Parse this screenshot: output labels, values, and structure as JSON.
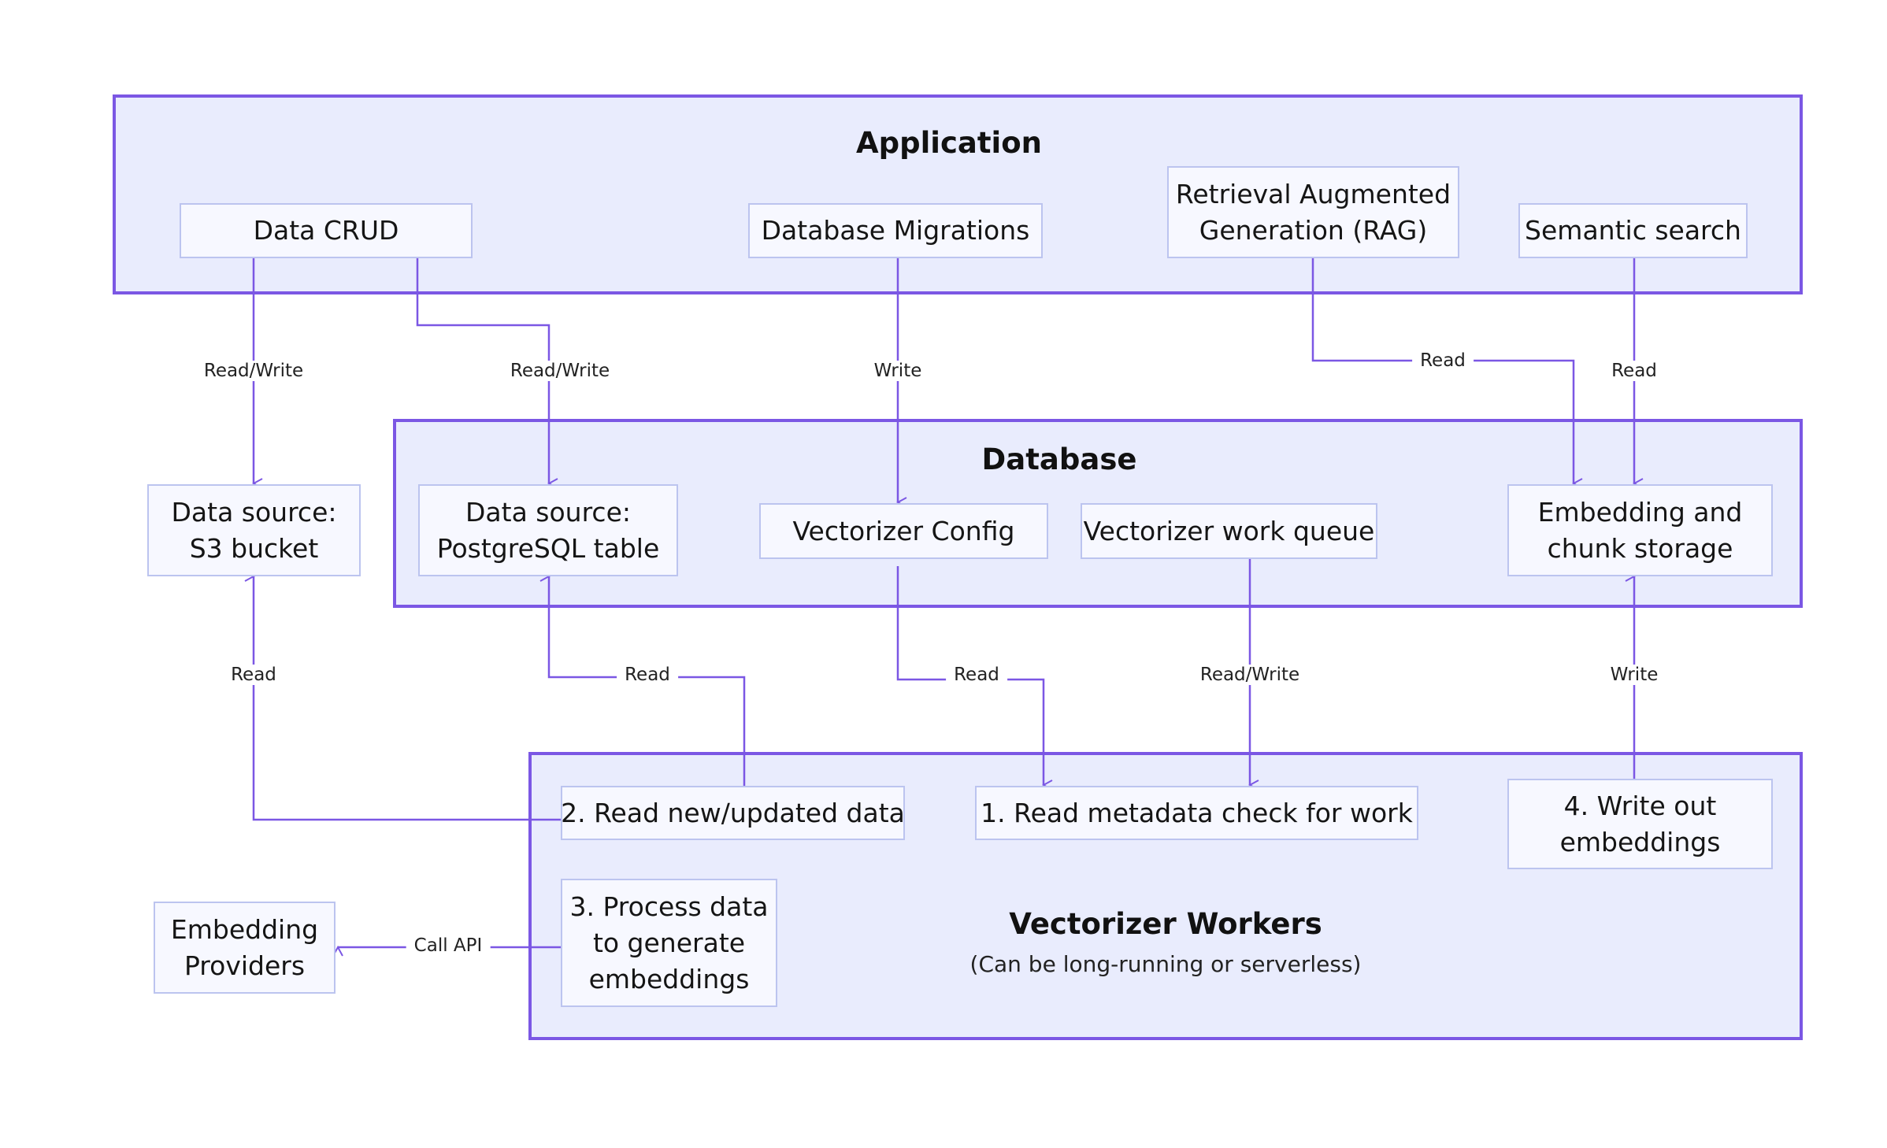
{
  "groups": {
    "application": {
      "title": "Application"
    },
    "database": {
      "title": "Database"
    },
    "workers": {
      "title": "Vectorizer Workers",
      "subtitle": "(Can be long-running or serverless)"
    }
  },
  "nodes": {
    "data_crud": [
      "Data CRUD"
    ],
    "db_migrations": [
      "Database Migrations"
    ],
    "rag": [
      "Retrieval Augmented",
      "Generation (RAG)"
    ],
    "semantic_search": [
      "Semantic search"
    ],
    "s3_bucket": [
      "Data source:",
      "S3 bucket"
    ],
    "pg_table": [
      "Data source:",
      "PostgreSQL table"
    ],
    "vectorizer_config": [
      "Vectorizer Config"
    ],
    "work_queue": [
      "Vectorizer work queue"
    ],
    "embedding_storage": [
      "Embedding and",
      "chunk storage"
    ],
    "read_updated": [
      "2. Read new/updated data"
    ],
    "read_metadata": [
      "1. Read metadata check for work"
    ],
    "write_out": [
      "4. Write out",
      "embeddings"
    ],
    "process_data": [
      "3. Process data",
      "to generate",
      "embeddings"
    ],
    "embedding_providers": [
      "Embedding",
      "Providers"
    ]
  },
  "edges": {
    "crud_s3": "Read/Write",
    "crud_pg": "Read/Write",
    "migrations_config": "Write",
    "rag_storage": "Read",
    "search_storage": "Read",
    "worker_s3": "Read",
    "worker_pg": "Read",
    "config_worker": "Read",
    "queue_worker": "Read/Write",
    "worker_storage": "Write",
    "process_providers": "Call API"
  },
  "colors": {
    "group_border": "#7b57e4",
    "group_fill": "#e9ecfd",
    "node_border": "#bcc4ef",
    "node_fill": "#f7f8ff",
    "edge": "#7b57e4"
  }
}
